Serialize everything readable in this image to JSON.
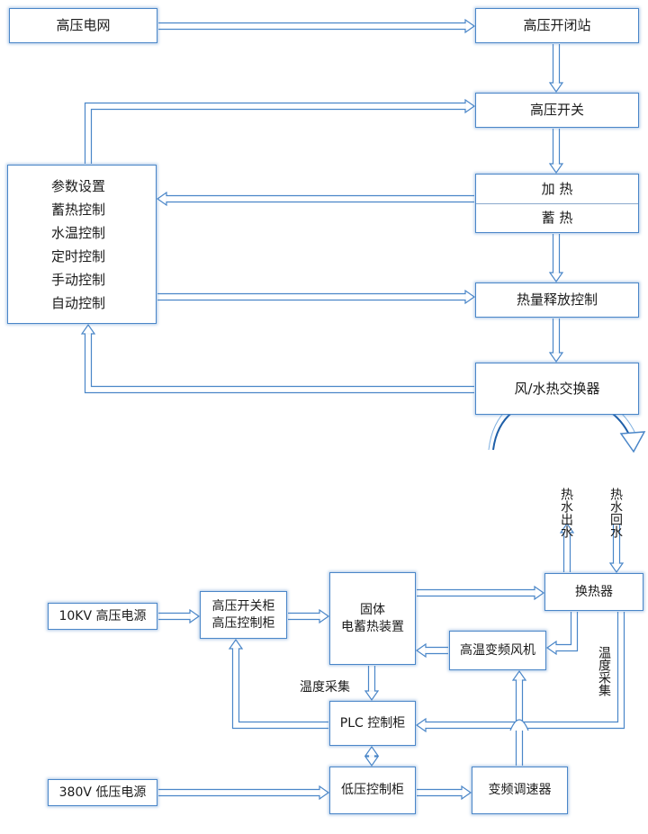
{
  "top": {
    "grid": "高压电网",
    "station": "高压开闭站",
    "switch": "高压开关",
    "heat": "加 热",
    "store": "蓄 热",
    "release": "热量释放控制",
    "exchanger": "风/水热交换器",
    "control_items": [
      "参数设置",
      "蓄热控制",
      "水温控制",
      "定时控制",
      "手动控制",
      "自动控制"
    ]
  },
  "bottom": {
    "hv_source": "10KV 高压电源",
    "hv_cabinet_1": "高压开关柜",
    "hv_cabinet_2": "高压控制柜",
    "solid_1": "固体",
    "solid_2": "电蓄热装置",
    "exchanger": "换热器",
    "fan": "高温变频风机",
    "temp_collect": "温度采集",
    "temp_collect_vertical": "温度采集",
    "hot_water_out": "热水出水",
    "hot_water_return": "热水回水",
    "plc": "PLC 控制柜",
    "lv_source": "380V 低压电源",
    "lv_cabinet": "低压控制柜",
    "vfd": "变频调速器"
  },
  "colors": {
    "border": "#4a86c8",
    "arrow_stroke": "#4a86c8",
    "arrow_fill": "#ffffff"
  }
}
